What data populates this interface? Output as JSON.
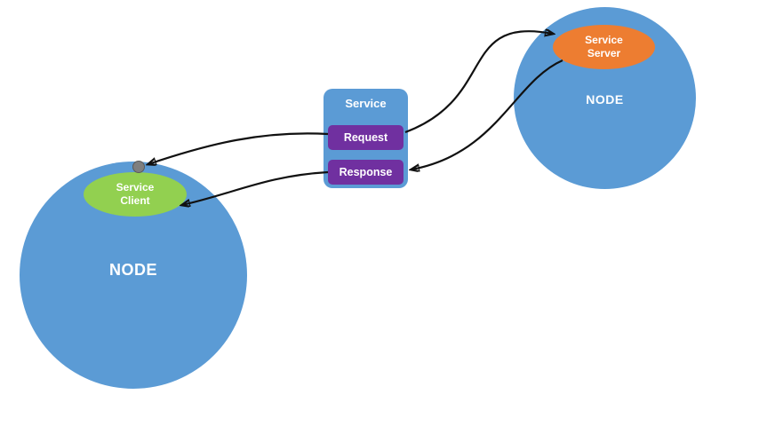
{
  "diagram": {
    "left_node": {
      "label": "NODE"
    },
    "right_node": {
      "label": "NODE"
    },
    "service_client": {
      "label": "Service Client"
    },
    "service_server": {
      "label": "Service Server"
    },
    "service_box": {
      "title": "Service",
      "request_label": "Request",
      "response_label": "Response"
    },
    "colors": {
      "node_blue": "#5b9bd5",
      "client_green": "#92d050",
      "server_orange": "#ed7d31",
      "message_purple": "#7030a0",
      "arrow_black": "#111111",
      "dot_gray": "#7f7f7f",
      "background": "#ffffff"
    }
  }
}
